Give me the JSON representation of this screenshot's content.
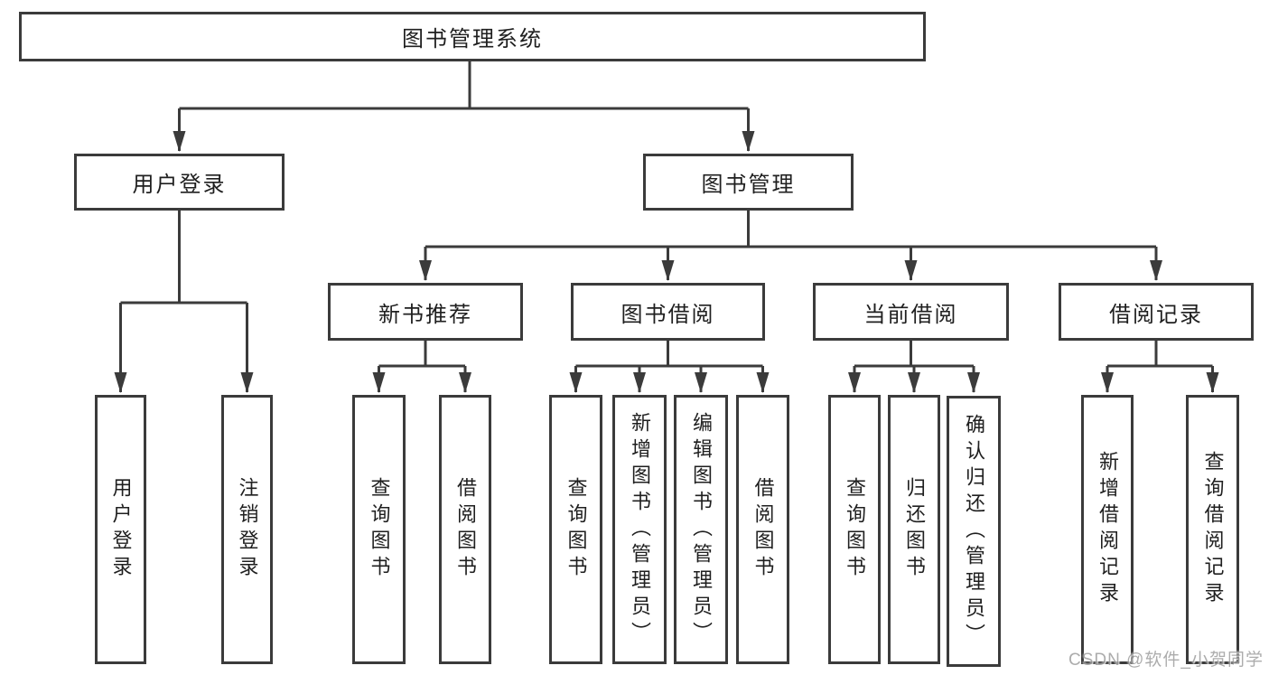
{
  "root": {
    "label": "图书管理系统"
  },
  "level2": [
    {
      "label": "用户登录"
    },
    {
      "label": "图书管理"
    }
  ],
  "level3": [
    {
      "label": "新书推荐"
    },
    {
      "label": "图书借阅"
    },
    {
      "label": "当前借阅"
    },
    {
      "label": "借阅记录"
    }
  ],
  "leaves": {
    "user_login": [
      {
        "label": "用户登录"
      },
      {
        "label": "注销登录"
      }
    ],
    "new_books": [
      {
        "label": "查询图书"
      },
      {
        "label": "借阅图书"
      }
    ],
    "book_borrow": [
      {
        "label": "查询图书"
      },
      {
        "label": "新增图书（管理员）"
      },
      {
        "label": "编辑图书（管理员）"
      },
      {
        "label": "借阅图书"
      }
    ],
    "current_borrow": [
      {
        "label": "查询图书"
      },
      {
        "label": "归还图书"
      },
      {
        "label": "确认归还（管理员）"
      }
    ],
    "borrow_records": [
      {
        "label": "新增借阅记录"
      },
      {
        "label": "查询借阅记录"
      }
    ]
  },
  "watermark": {
    "text": "CSDN @软件_小贺同学",
    "color": "#9e9e9e"
  },
  "colors": {
    "line": "#3b3b3b",
    "border": "#3b3b3b",
    "text": "#1f1f1f",
    "background": "#ffffff"
  }
}
